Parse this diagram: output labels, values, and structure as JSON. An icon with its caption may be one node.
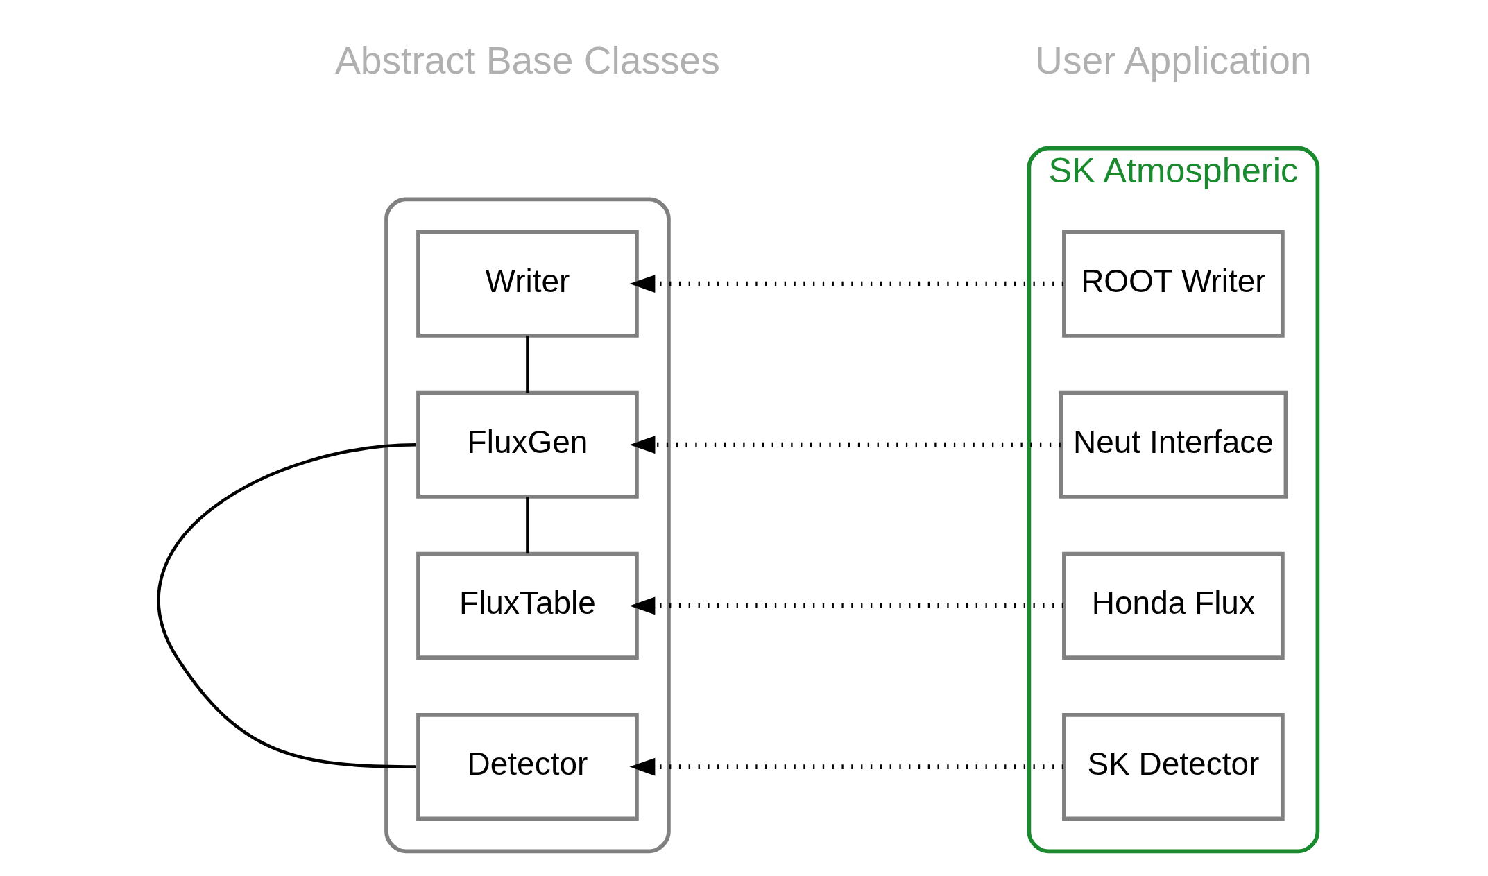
{
  "diagram": {
    "nodes": [
      {
        "text": [],
        "shape": "box"
      },
      {
        "text": [
          "Writer"
        ],
        "in": 0
      },
      {
        "text": [
          "FluxGen"
        ],
        "in": 0
      },
      {
        "text": [
          "FluxTable"
        ],
        "in": 0
      },
      {
        "text": [
          "Detector"
        ],
        "in": 0
      },
      {
        "text": [
          "SK Atmospheric"
        ]
      },
      {
        "text": [
          "ROOT Writer"
        ],
        "in": 5
      },
      {
        "text": [
          "SK Detector"
        ],
        "in": 5
      },
      {
        "text": [
          "Neut Interface"
        ],
        "in": 5
      },
      {
        "text": [
          "Honda Flux"
        ],
        "in": 5
      }
    ],
    "edges": [
      {
        "from": 1,
        "to": 2,
        "arrow": "none"
      },
      {
        "from": 2,
        "to": 3,
        "arrow": "none"
      },
      {
        "from": 2,
        "to": 4,
        "arrow": "none"
      },
      {
        "from": 6,
        "to": 1,
        "arrow": "to",
        "style": "dashed"
      },
      {
        "from": 8,
        "to": 2,
        "arrow": "to",
        "style": "dashed"
      },
      {
        "from": 9,
        "to": 3,
        "arrow": "to",
        "style": "dashed"
      },
      {
        "from": 7,
        "to": 4,
        "arrow": "to",
        "style": "dashed"
      }
    ],
    "labels": [
      "Abstract Base Classes",
      "User Application"
    ]
  }
}
